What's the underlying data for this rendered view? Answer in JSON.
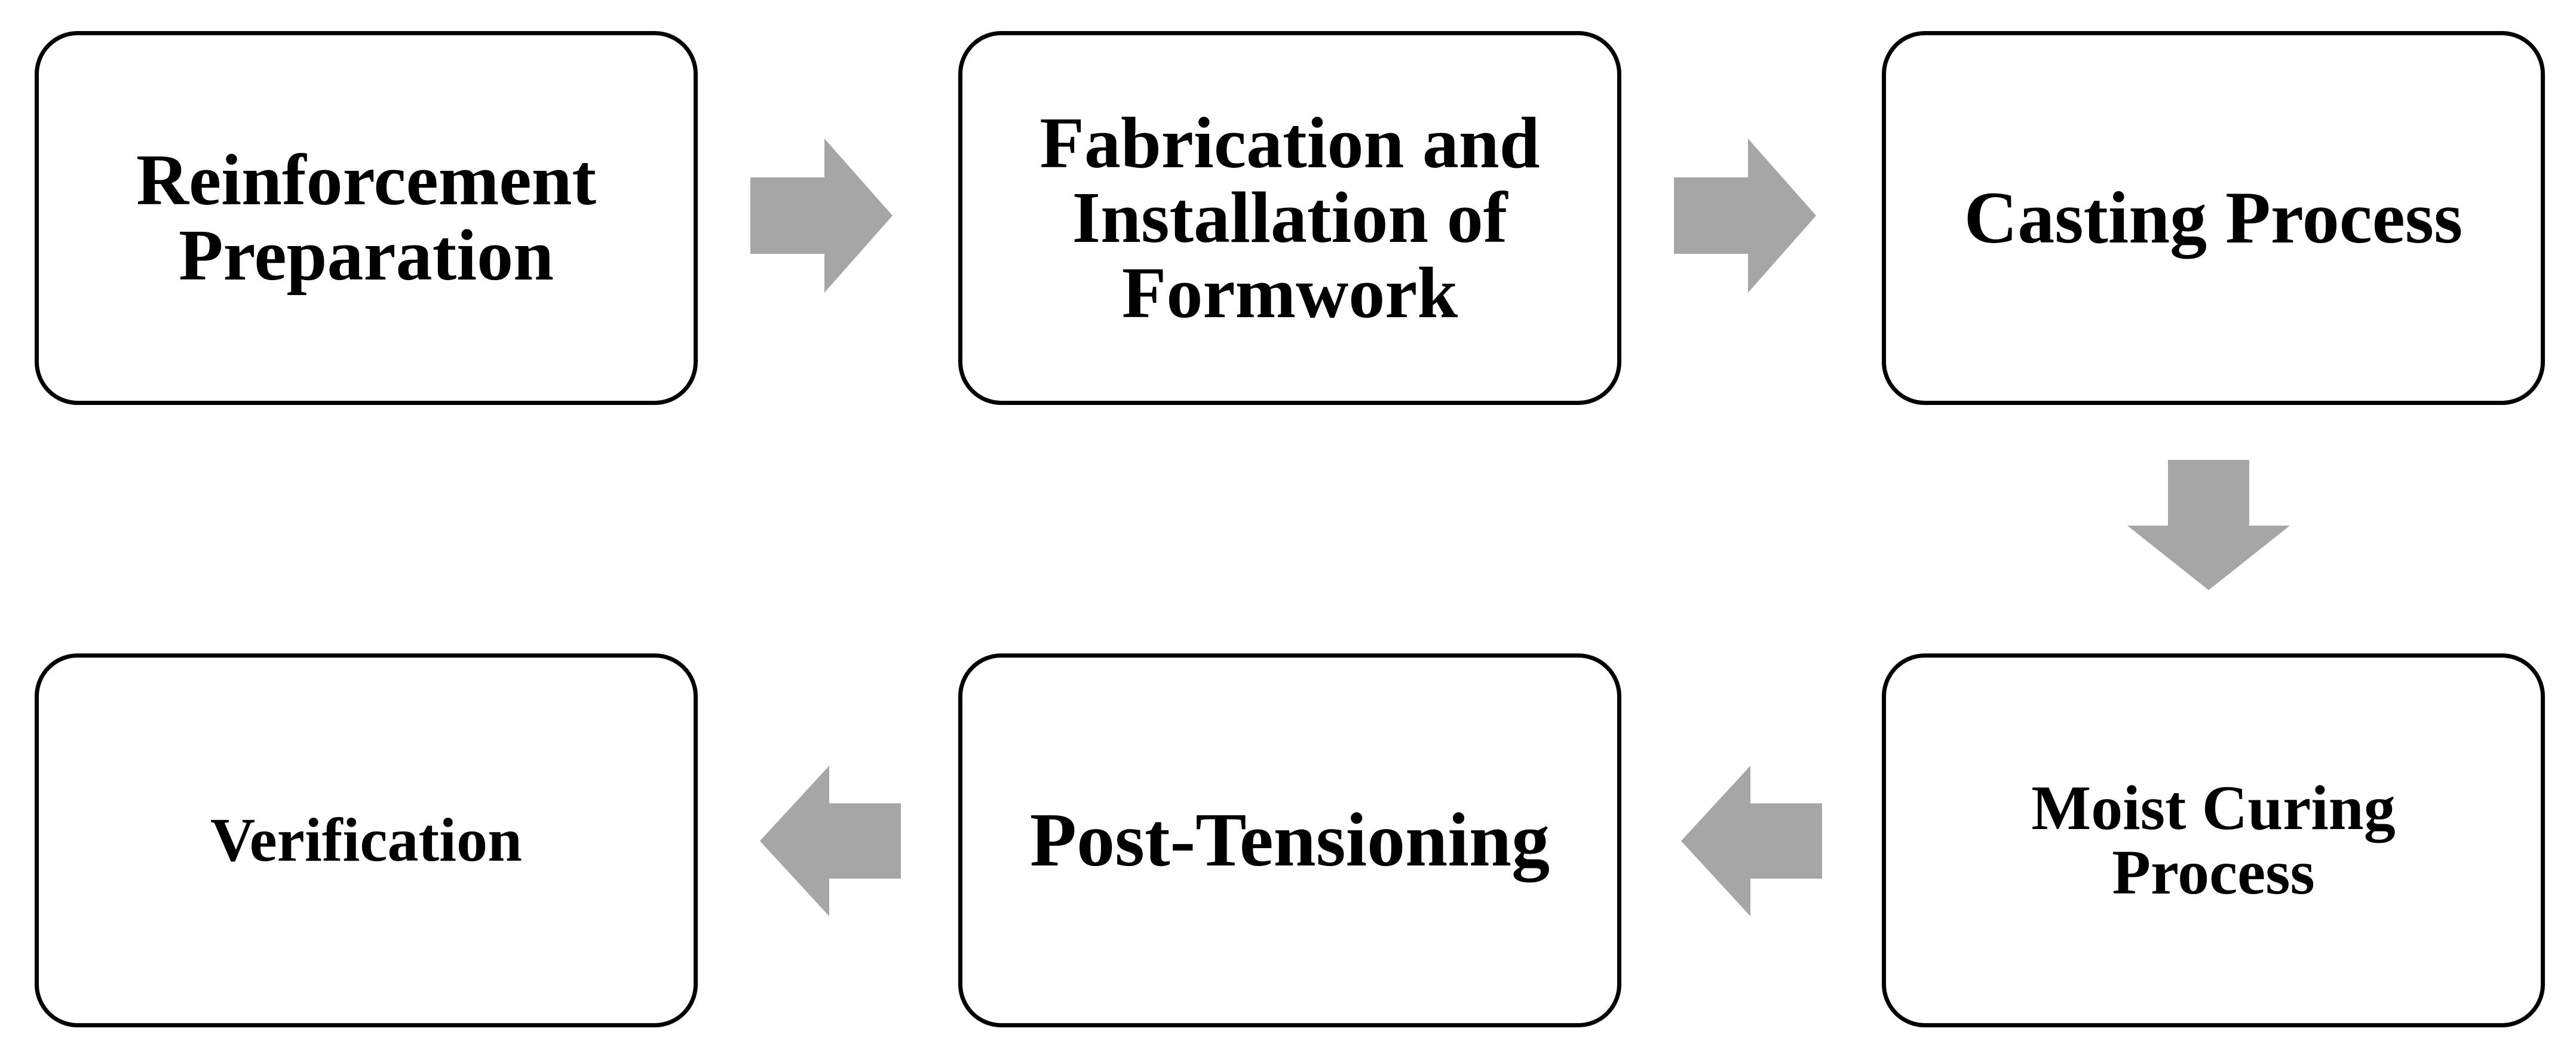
{
  "diagram": {
    "steps": [
      {
        "label": "Reinforcement\nPreparation"
      },
      {
        "label": "Fabrication and\nInstallation of\nFormwork"
      },
      {
        "label": "Casting Process"
      },
      {
        "label": "Moist Curing\nProcess"
      },
      {
        "label": "Post-Tensioning"
      },
      {
        "label": "Verification"
      }
    ],
    "arrows": [
      {
        "from": "Reinforcement Preparation",
        "to": "Fabrication and Installation of Formwork",
        "direction": "right"
      },
      {
        "from": "Fabrication and Installation of Formwork",
        "to": "Casting Process",
        "direction": "right"
      },
      {
        "from": "Casting Process",
        "to": "Moist Curing Process",
        "direction": "down"
      },
      {
        "from": "Moist Curing Process",
        "to": "Post-Tensioning",
        "direction": "left"
      },
      {
        "from": "Post-Tensioning",
        "to": "Verification",
        "direction": "left"
      }
    ],
    "colors": {
      "box_border": "#000000",
      "box_fill": "#ffffff",
      "arrow_fill": "#a6a6a6",
      "text": "#000000"
    }
  }
}
